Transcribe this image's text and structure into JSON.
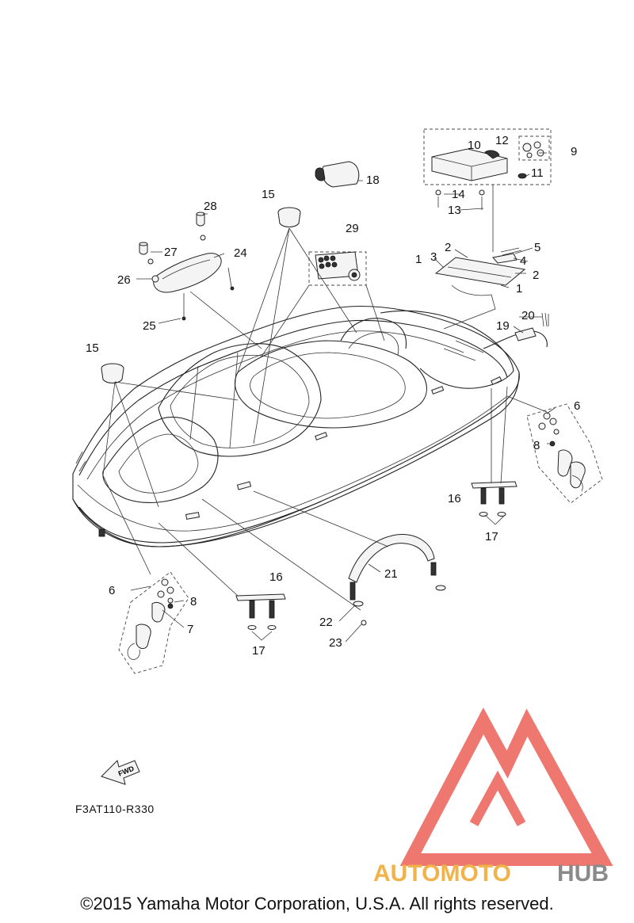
{
  "diagram": {
    "reference_code": "F3AT110-R330",
    "fwd_label": "FWD",
    "copyright": "©2015 Yamaha Motor Corporation, U.S.A. All rights reserved.",
    "watermark": {
      "brand_left": "AUTOMOTO",
      "brand_right": "HUB",
      "brand_color": "#f2b24a",
      "brand_color_right": "#8a8a8a",
      "logo_color": "#e94a3f"
    },
    "callouts": [
      "1",
      "1",
      "2",
      "2",
      "3",
      "4",
      "5",
      "6",
      "6",
      "7",
      "8",
      "8",
      "9",
      "10",
      "11",
      "12",
      "13",
      "14",
      "15",
      "15",
      "16",
      "16",
      "17",
      "17",
      "18",
      "19",
      "20",
      "21",
      "22",
      "23",
      "24",
      "25",
      "26",
      "27",
      "28",
      "29"
    ]
  }
}
